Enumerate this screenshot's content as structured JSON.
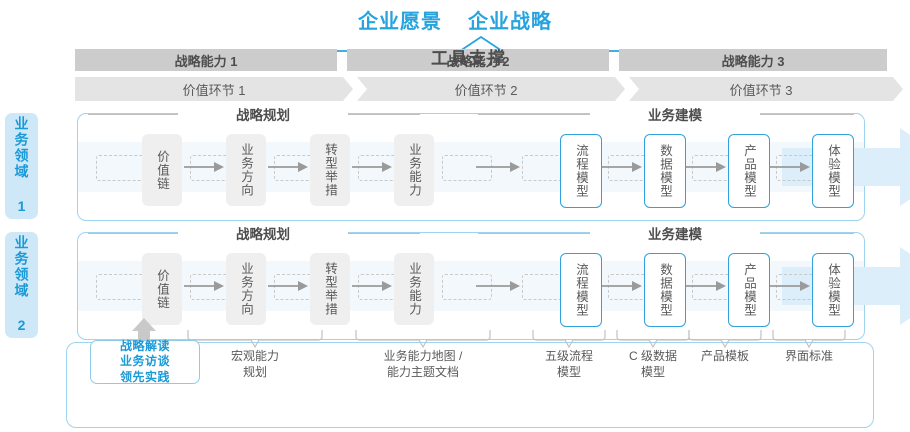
{
  "title": {
    "vision": "企业愿景",
    "strategy": "企业战略"
  },
  "colors": {
    "accent": "#27a3dd",
    "node_blue_border": "#2fa2dd",
    "header_dark": "#cccccc",
    "header_light": "#e4e4e4",
    "band": "#f2f8fc",
    "text": "#5a5a5a",
    "side_label_bg": "#cfe8f8"
  },
  "capability_headers": [
    "战略能力 1",
    "战略能力 2",
    "战略能力 3"
  ],
  "value_headers": [
    "价值环节 1",
    "价值环节 2",
    "价值环节 3"
  ],
  "domains": [
    {
      "label": "业务领域 1"
    },
    {
      "label": "业务领域 2"
    }
  ],
  "groups": {
    "planning": "战略规划",
    "modeling": "业务建模"
  },
  "nodes": {
    "planning": [
      "价值链",
      "业务方向",
      "转型举措",
      "业务能力"
    ],
    "modeling": [
      "流程模型",
      "数据模型",
      "产品模型",
      "体验模型"
    ]
  },
  "footer": {
    "title": "工具支撑",
    "badge": "战略解读\n业务访谈\n领先实践",
    "badge_lines": [
      "战略解读",
      "业务访谈",
      "领先实践"
    ],
    "items": [
      {
        "line1": "宏观能力",
        "line2": "规划"
      },
      {
        "line1": "业务能力地图 /",
        "line2": "能力主题文档"
      },
      {
        "line1": "五级流程",
        "line2": "模型"
      },
      {
        "line1": "C 级数据",
        "line2": "模型"
      },
      {
        "line1": "产品模板",
        "line2": ""
      },
      {
        "line1": "界面标准",
        "line2": ""
      }
    ]
  }
}
